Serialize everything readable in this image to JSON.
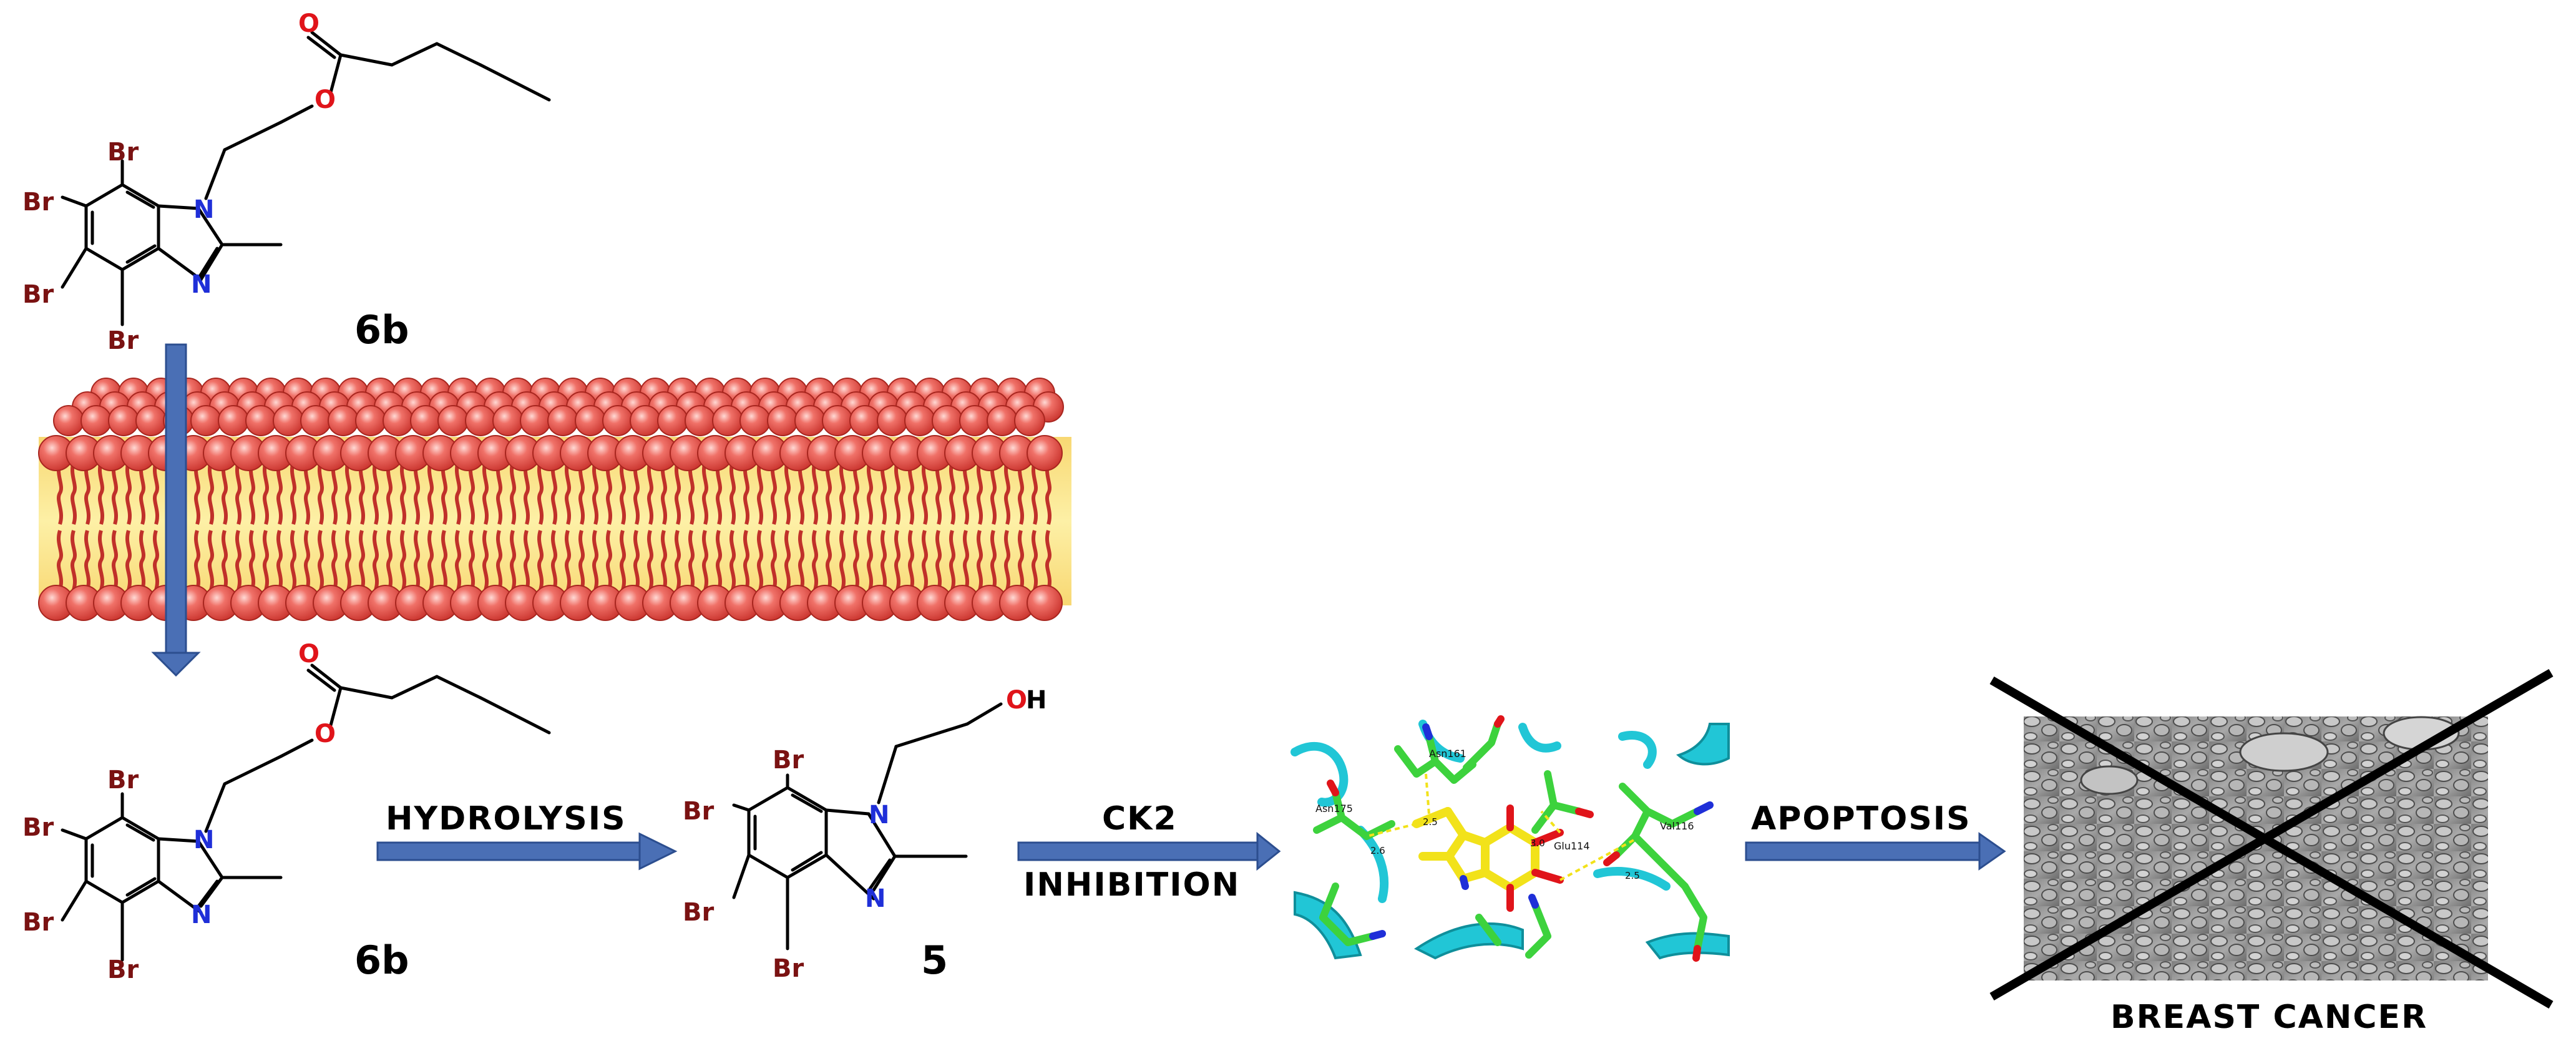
{
  "compounds": {
    "top_label": "6b",
    "bottom_label": "6b",
    "product_label": "5"
  },
  "steps": {
    "hydrolysis": "HYDROLYSIS",
    "ck2_line1": "CK2",
    "ck2_line2": "INHIBITION",
    "apoptosis": "APOPTOSIS"
  },
  "outcome": {
    "label": "BREAST CANCER"
  },
  "atoms": {
    "bromine": "Br",
    "nitrogen": "N",
    "oxygen": "O",
    "hydrogen": "H"
  },
  "residues": {
    "asn175": "Asn175",
    "asn161": "Asn161",
    "glu114": "Glu114",
    "val116": "Val116",
    "d1": "2.5",
    "d2": "2.6",
    "d3": "3.0",
    "d4": "2.5"
  },
  "colors": {
    "arrow": "#4a6fb5",
    "arrow_edge": "#2c4e8f",
    "bromine": "#7a1212",
    "nitrogen": "#1f2fd8",
    "oxygen": "#e0141a",
    "membrane_head": "#e24a44",
    "membrane_core": "#fbe486",
    "protein_cartoon": "#21c6d6",
    "residue_carbon": "#3dd23d",
    "ligand_carbon": "#f2e21a"
  }
}
